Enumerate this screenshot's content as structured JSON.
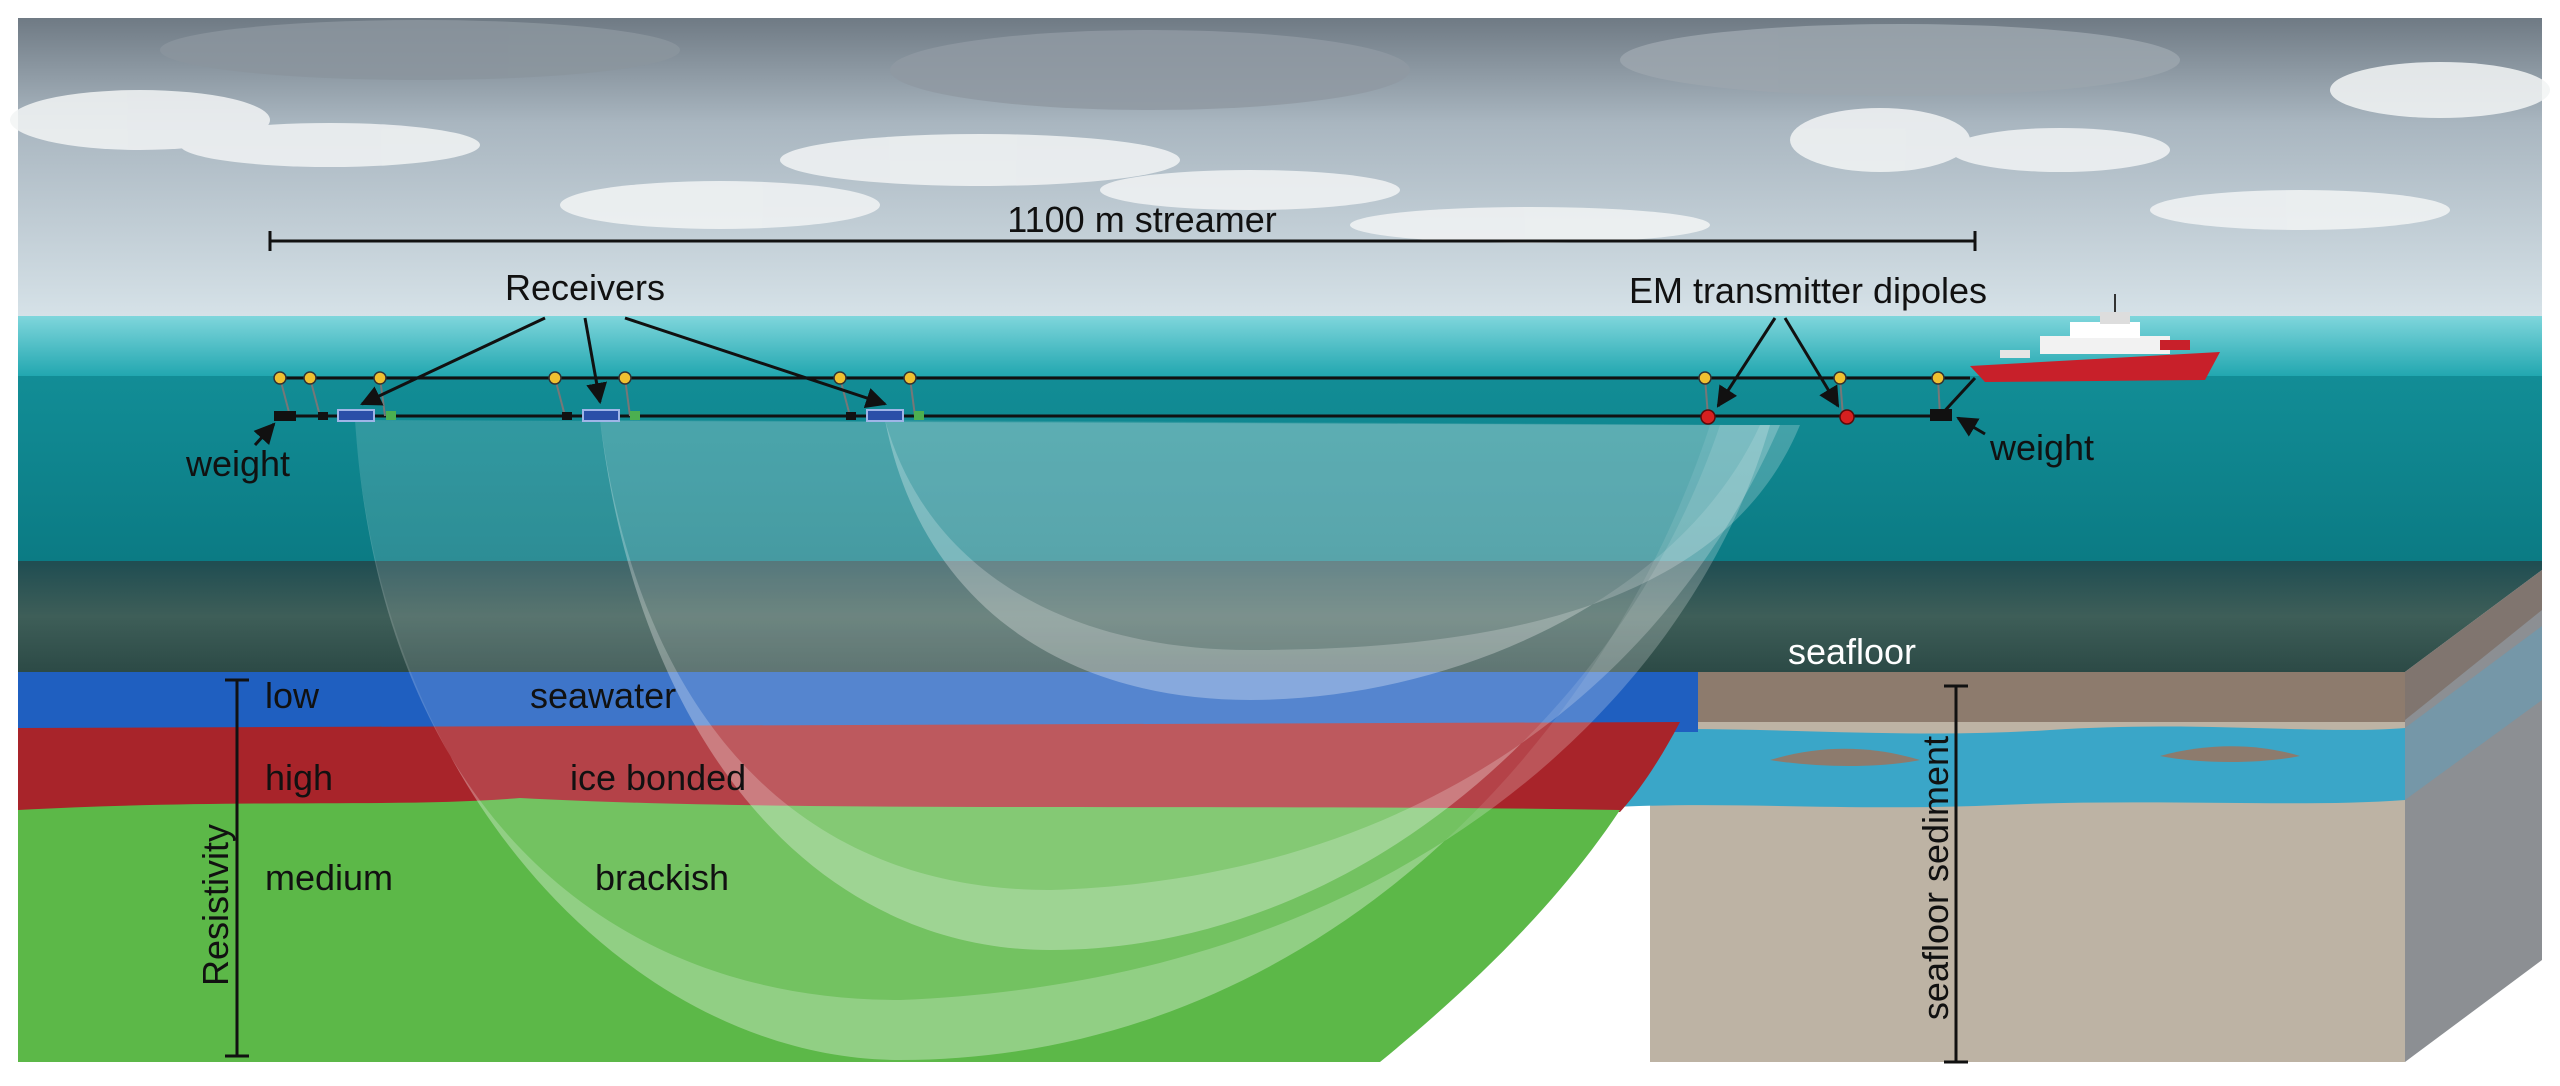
{
  "labels": {
    "streamer": "1100 m streamer",
    "receivers": "Receivers",
    "transmitters": "EM transmitter dipoles",
    "weight_left": "weight",
    "weight_right": "weight",
    "seafloor": "seafloor",
    "seafloor_sediment": "seafloor sediment",
    "resistivity": "Resistivity",
    "layers": [
      {
        "level": "low",
        "name": "seawater"
      },
      {
        "level": "high",
        "name": "ice bonded"
      },
      {
        "level": "medium",
        "name": "brackish"
      }
    ]
  },
  "colors": {
    "sky": "#c9d4da",
    "sea_surface": "#3fbcc4",
    "water": "#0f8a93",
    "deep_water": "#2a5a5c",
    "layer_low": "#1f5fc0",
    "layer_high": "#a8242a",
    "layer_medium": "#5cb848",
    "sediment": "#bdb3a4",
    "sediment_top": "#8d7b6d",
    "ice_lens": "#3aa6c8",
    "ship_hull": "#c8202a",
    "float": "#f0c030",
    "transmitter": "#d62020",
    "receiver": "#2a4fa8"
  },
  "counts": {
    "receivers": 3,
    "transmitter_dipoles": 2
  }
}
